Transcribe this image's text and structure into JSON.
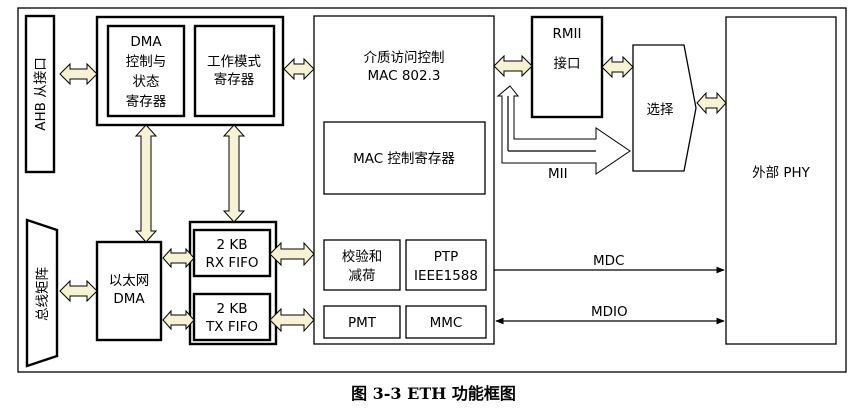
{
  "labels": {
    "ahb": "AHB 从接口",
    "dma_ctrl": [
      "DMA",
      "控制与",
      "状态",
      "寄存器"
    ],
    "work_mode": [
      "工作模式",
      "寄存器"
    ],
    "mac_ctrl": [
      "介质访问控制",
      "MAC 802.3"
    ],
    "mac_reg": "MAC 控制寄存器",
    "checksum": [
      "校验和",
      "减荷"
    ],
    "ptp": [
      "PTP",
      "IEEE1588"
    ],
    "pmt": "PMT",
    "mmc": "MMC",
    "rmii": [
      "RMII",
      "接口"
    ],
    "select": "选择",
    "phy": "外部 PHY",
    "mii": "MII",
    "mdc": "MDC",
    "mdio": "MDIO",
    "bus_matrix": "总线矩阵",
    "eth_dma": [
      "以太网",
      "DMA"
    ],
    "rx_fifo": [
      "2 KB",
      "RX FIFO"
    ],
    "tx_fifo": [
      "2 KB",
      "TX FIFO"
    ]
  },
  "caption": "图 3-3 ETH 功能框图"
}
